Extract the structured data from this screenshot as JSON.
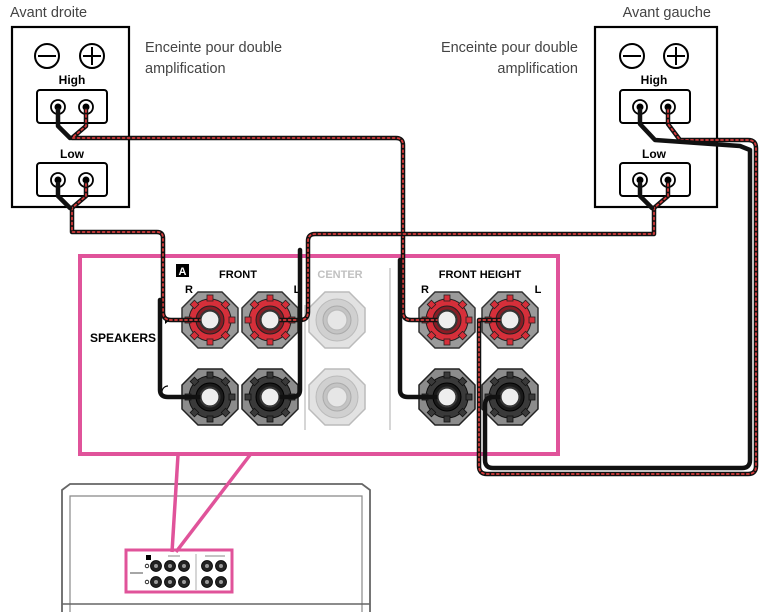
{
  "speakers": {
    "right": {
      "title": "Avant droite",
      "description_line1": "Enceinte pour double",
      "description_line2": "amplification",
      "high_label": "High",
      "low_label": "Low"
    },
    "left": {
      "title": "Avant gauche",
      "description_line1": "Enceinte pour double",
      "description_line2": "amplification",
      "high_label": "High",
      "low_label": "Low"
    }
  },
  "panel": {
    "badge": "A",
    "front_label": "FRONT",
    "center_label": "CENTER",
    "front_height_label": "FRONT HEIGHT",
    "speakers_label": "SPEAKERS",
    "front_r": "R",
    "front_l": "L",
    "fh_r": "R",
    "fh_l": "L",
    "border_color": "#e0539a"
  },
  "colors": {
    "wire": "#111111",
    "wire_dash": "#d63a3a",
    "terminal_red": "#d62f3a",
    "terminal_dark": "#3a3a3a",
    "terminal_faded": "#c8c8c8",
    "highlight_pink": "#e0539a"
  }
}
